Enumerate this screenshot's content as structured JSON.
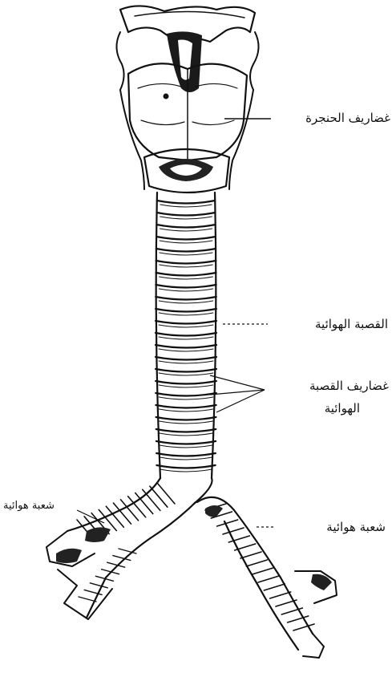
{
  "labels": {
    "larynx_cartilages": "غضاريف الحنجرة",
    "trachea": "القصبة الهوائية",
    "tracheal_cartilages_line1": "غضاريف القصبة",
    "tracheal_cartilages_line2": "الهوائية",
    "left_bronchus": "شعبة هوائية",
    "right_bronchus": "شعبة هوائية"
  },
  "colors": {
    "ink": "#111111",
    "paper": "#ffffff"
  }
}
